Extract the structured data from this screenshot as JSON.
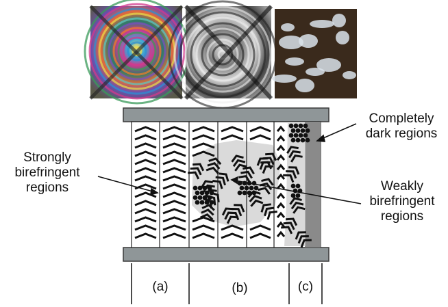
{
  "labels": {
    "strong": [
      "Strongly",
      "birefringent",
      "regions"
    ],
    "dark": [
      "Completely",
      "dark regions"
    ],
    "weak": [
      "Weakly",
      "birefringent",
      "regions"
    ]
  },
  "panels": [
    "(a)",
    "(b)",
    "(c)"
  ],
  "colors": {
    "plate": "#8f9698",
    "plate_border": "#3a3a3a",
    "dark_region": "#8a8a8a",
    "weak_region": "#dadada",
    "mark": "#111111"
  }
}
